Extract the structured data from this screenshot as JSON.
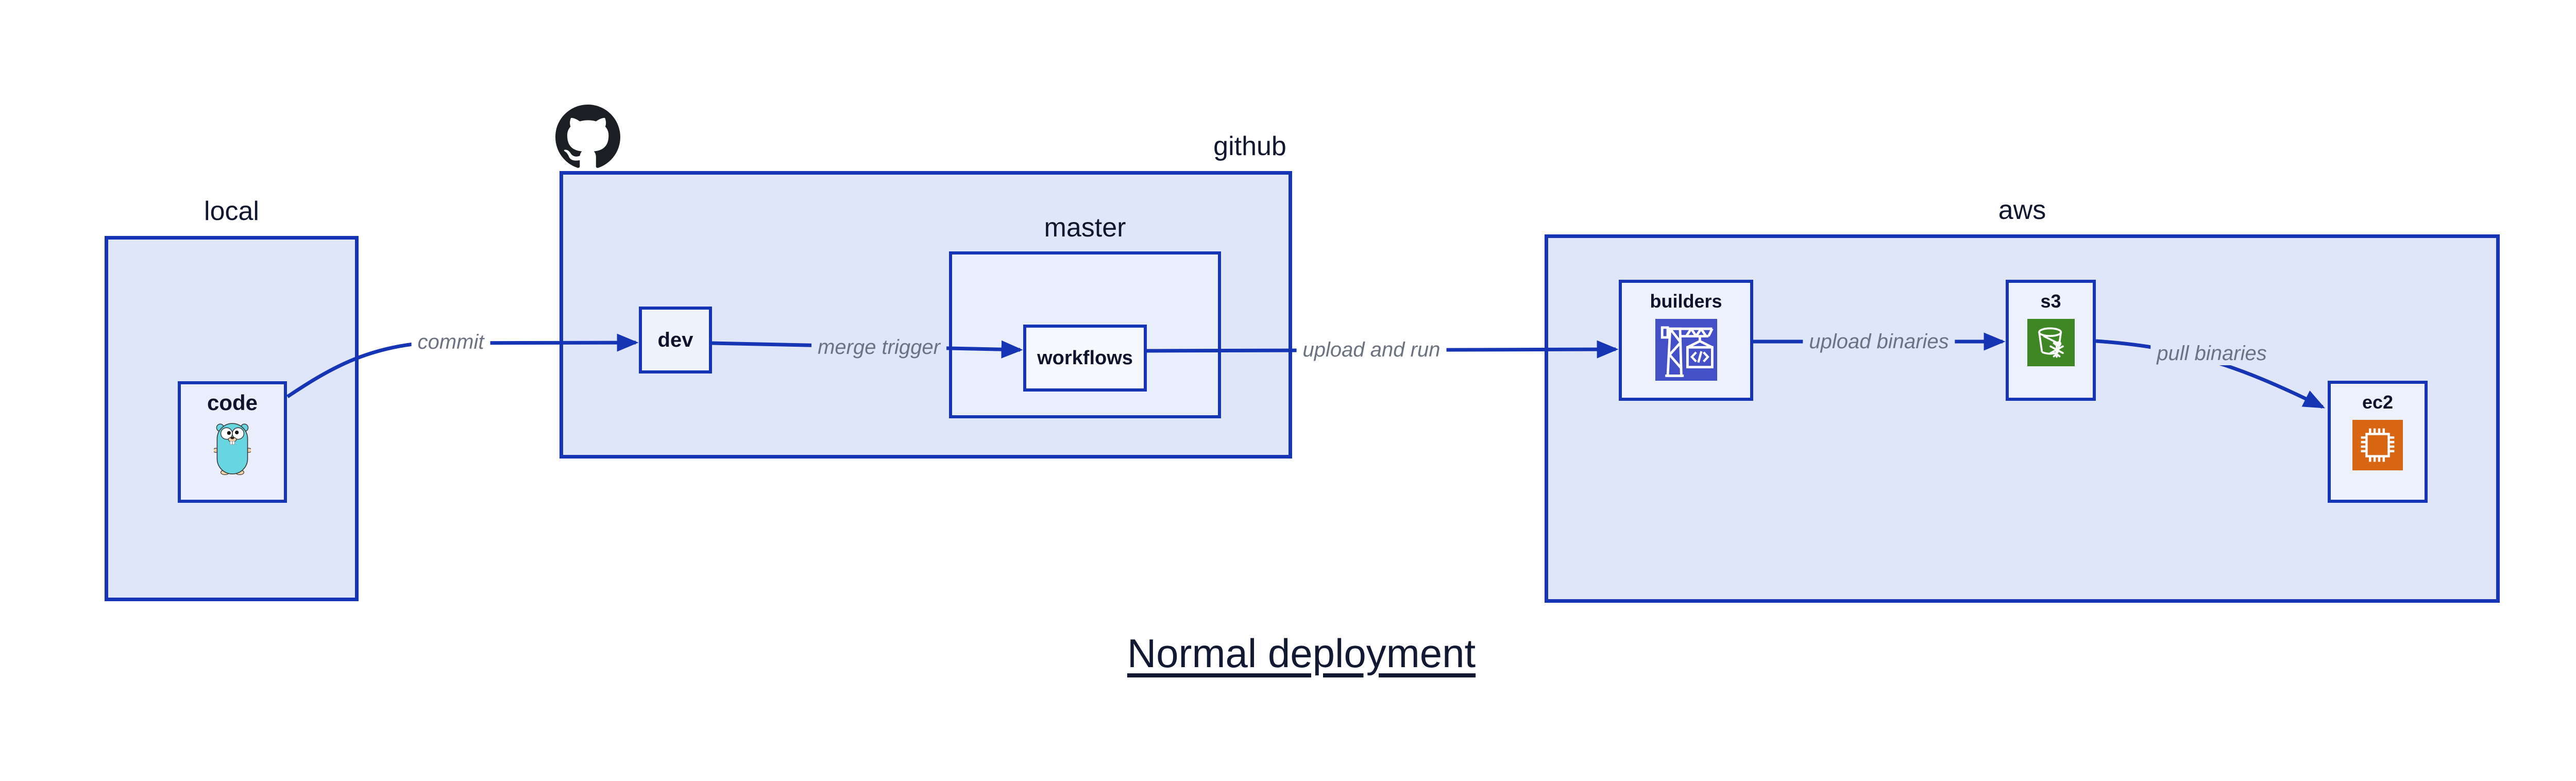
{
  "diagram": {
    "title": "Normal deployment",
    "containers": [
      {
        "id": "local",
        "label": "local"
      },
      {
        "id": "github",
        "label": "github",
        "icon": "github-octocat-icon"
      },
      {
        "id": "master",
        "label": "master",
        "parent": "github"
      },
      {
        "id": "aws",
        "label": "aws"
      }
    ],
    "nodes": [
      {
        "id": "code",
        "label": "code",
        "container": "local",
        "icon": "go-gopher-icon"
      },
      {
        "id": "dev",
        "label": "dev",
        "container": "github"
      },
      {
        "id": "workflows",
        "label": "workflows",
        "container": "master"
      },
      {
        "id": "builders",
        "label": "builders",
        "container": "aws",
        "icon": "aws-codebuild-icon"
      },
      {
        "id": "s3",
        "label": "s3",
        "container": "aws",
        "icon": "s3-glacier-bucket-icon"
      },
      {
        "id": "ec2",
        "label": "ec2",
        "container": "aws",
        "icon": "ec2-chip-icon"
      }
    ],
    "edges": [
      {
        "from": "code",
        "to": "dev",
        "label": "commit"
      },
      {
        "from": "dev",
        "to": "workflows",
        "label": "merge trigger"
      },
      {
        "from": "workflows",
        "to": "builders",
        "label": "upload and run"
      },
      {
        "from": "builders",
        "to": "s3",
        "label": "upload binaries"
      },
      {
        "from": "s3",
        "to": "ec2",
        "label": "pull binaries"
      }
    ],
    "colors": {
      "box_border": "#1535b5",
      "box_fill_outer": "#dfe6fa",
      "box_fill_inner": "#ebeffc",
      "box_fill_innermost": "#f7f9fe",
      "edge_line": "#1535b5",
      "edge_label_text": "#6c7280",
      "label_text": "#10172e",
      "codebuild_purple": "#4450c8",
      "s3_glacier_green": "#3f8624",
      "ec2_orange": "#d86613",
      "gopher_teal": "#67d6e0",
      "github_black": "#1b1f23"
    }
  }
}
